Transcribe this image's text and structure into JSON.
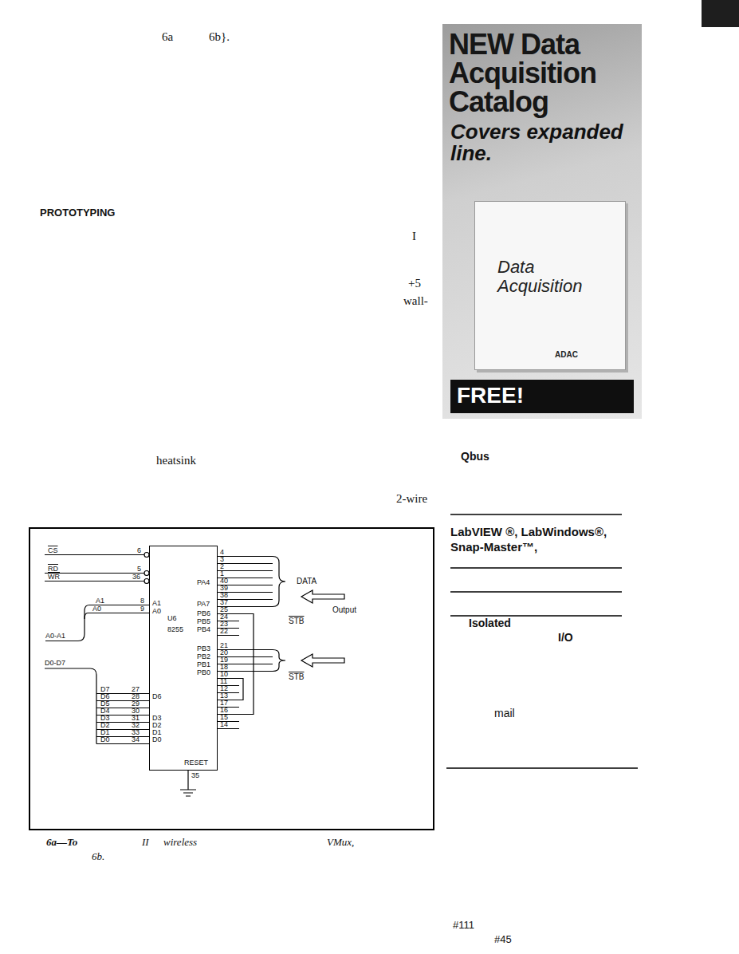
{
  "diagram": {
    "nodes": [
      {
        "text": [
          "NEW Data Acquisition Catalog",
          "Covers expanded line."
        ]
      },
      {
        "text": [
          "Data Acquisition",
          "ADAC"
        ],
        "in": 0
      },
      {
        "text": [
          "FREE!"
        ],
        "in": 0
      },
      {
        "text": [
          "U6",
          "8255"
        ]
      }
    ],
    "labels": [
      "6a",
      "6b}.",
      "PROTOTYPING",
      "I",
      "+5",
      "wall-",
      "heatsink",
      "2-wire",
      "CS",
      "RD",
      "WR",
      "6",
      "5",
      "36",
      "A1",
      "A0",
      "8",
      "9",
      "A1",
      "A0",
      "A0-A1",
      "D0-D7",
      "D7",
      "D6",
      "D5",
      "D4",
      "D3",
      "D2",
      "D1",
      "D0",
      "27",
      "28",
      "29",
      "30",
      "31",
      "32",
      "33",
      "34",
      "D6",
      "D3",
      "D2",
      "D1",
      "D0",
      "RESET",
      "35",
      "4",
      "3",
      "2",
      "1",
      "40",
      "39",
      "38",
      "37",
      "25",
      "24",
      "23",
      "22",
      "21",
      "20",
      "19",
      "18",
      "10",
      "11",
      "12",
      "13",
      "17",
      "16",
      "15",
      "14",
      "PA4",
      "PA7",
      "PB6",
      "PB5",
      "PB4",
      "PB3",
      "PB2",
      "PB1",
      "PB0",
      "DATA",
      "Output",
      "STB",
      "STB",
      "6a—To",
      "II",
      "wireless",
      "VMux,",
      "6b.",
      "Qbus",
      "LabVIEW ®, LabWindows®,",
      "Snap-Master™,",
      "Isolated",
      "I/O",
      "mail",
      "#111",
      "#45"
    ]
  }
}
